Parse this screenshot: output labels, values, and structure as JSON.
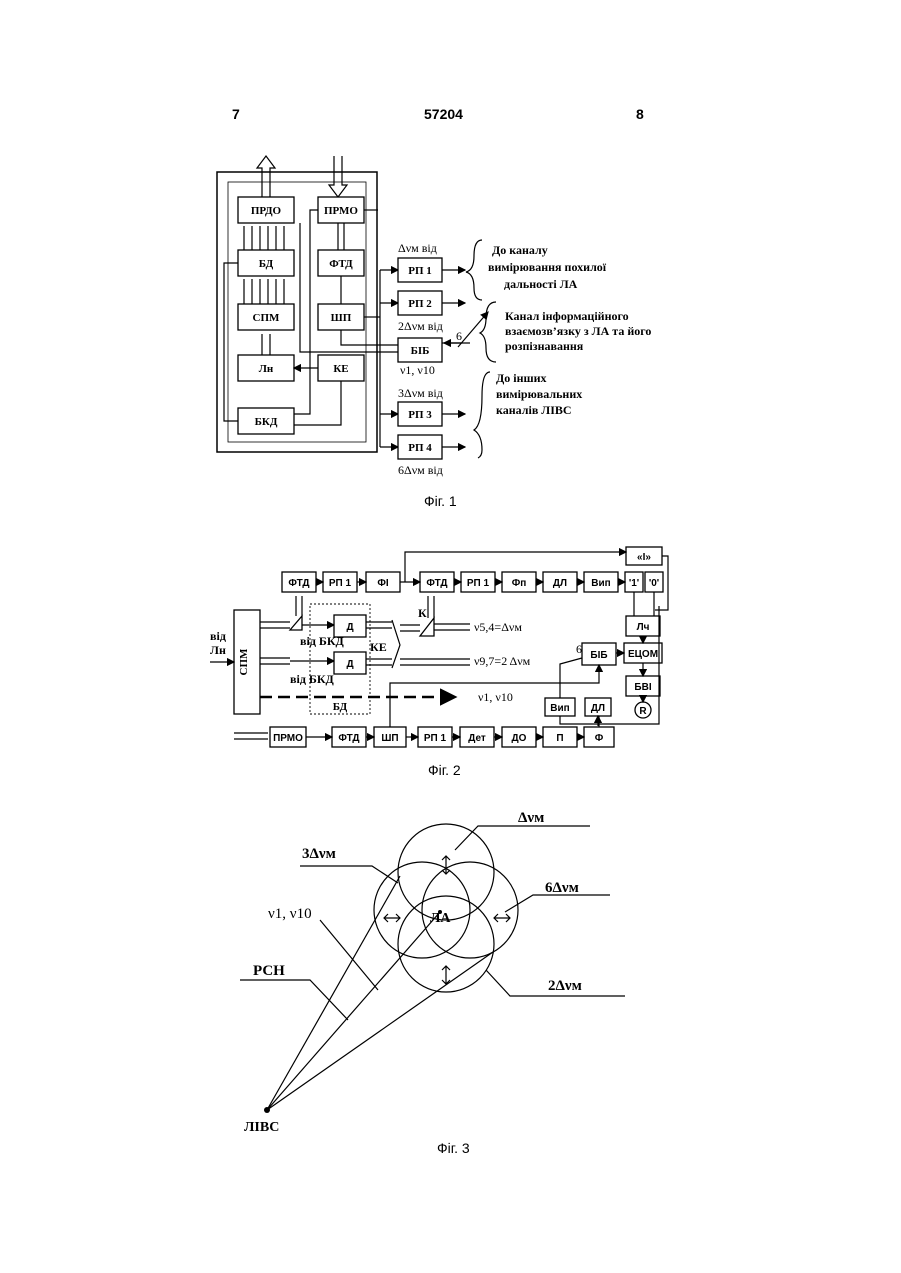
{
  "header": {
    "page_left": "7",
    "doc_number": "57204",
    "page_right": "8"
  },
  "fig1": {
    "caption": "Фіг. 1",
    "blocks": {
      "prdo": "ПРДО",
      "prmo": "ПРМО",
      "bd": "БД",
      "ftd": "ФТД",
      "spm": "СПМ",
      "shp": "ШП",
      "ln": "Лн",
      "ke": "КЕ",
      "bkd": "БКД",
      "bib": "БІБ",
      "rp1": "РП 1",
      "rp2": "РП 2",
      "rp3": "РП 3",
      "rp4": "РП 4"
    },
    "labels": {
      "dv": "Δνм від",
      "dv2": "2Δνм від",
      "dv3": "3Δνм від",
      "dv6": "6Δνм від",
      "nu": "ν1, ν10",
      "six": "6"
    },
    "notes": {
      "range": [
        "До каналу",
        "вимірювання похилої",
        "дальності ЛА"
      ],
      "info": [
        "Канал інформаційного",
        "взаємозв’язку з ЛА та його",
        "розпізнавання"
      ],
      "other": [
        "До інших",
        "вимірювальних",
        "каналів ЛІВС"
      ]
    }
  },
  "fig2": {
    "caption": "Фіг. 2",
    "blocks": {
      "ftd": "ФТД",
      "rp1": "РП 1",
      "fi": "ФІ",
      "fp": "Фп",
      "dl": "ДЛ",
      "vip": "Вип",
      "q1": "'1'",
      "q0": "'0'",
      "i": "«І»",
      "lch": "Лч",
      "etsom": "ЕЦОМ",
      "bvi": "БВІ",
      "r": "R",
      "bib": "БІБ",
      "spm": "СПМ",
      "d": "Д",
      "bd": "БД",
      "prmo": "ПРМО",
      "shp": "ШП",
      "det": "Дет",
      "do": "ДО",
      "p": "П",
      "f": "Ф"
    },
    "labels": {
      "vid": "від",
      "ln": "Лн",
      "vid_bkd": "від БКД",
      "ke": "КЕ",
      "k": "К",
      "out1": "ν5,4=Δνм",
      "out2": "ν9,7=2 Δνм",
      "out3": "ν1, ν10",
      "six": "6"
    }
  },
  "fig3": {
    "caption": "Фіг. 3",
    "labels": {
      "dv": "Δνм",
      "dv3": "3Δνм",
      "dv6": "6Δνм",
      "dv2": "2Δνм",
      "nu": "ν1, ν10",
      "rsn": "РСН",
      "la": "ЛА",
      "livs": "ЛІВС"
    }
  }
}
